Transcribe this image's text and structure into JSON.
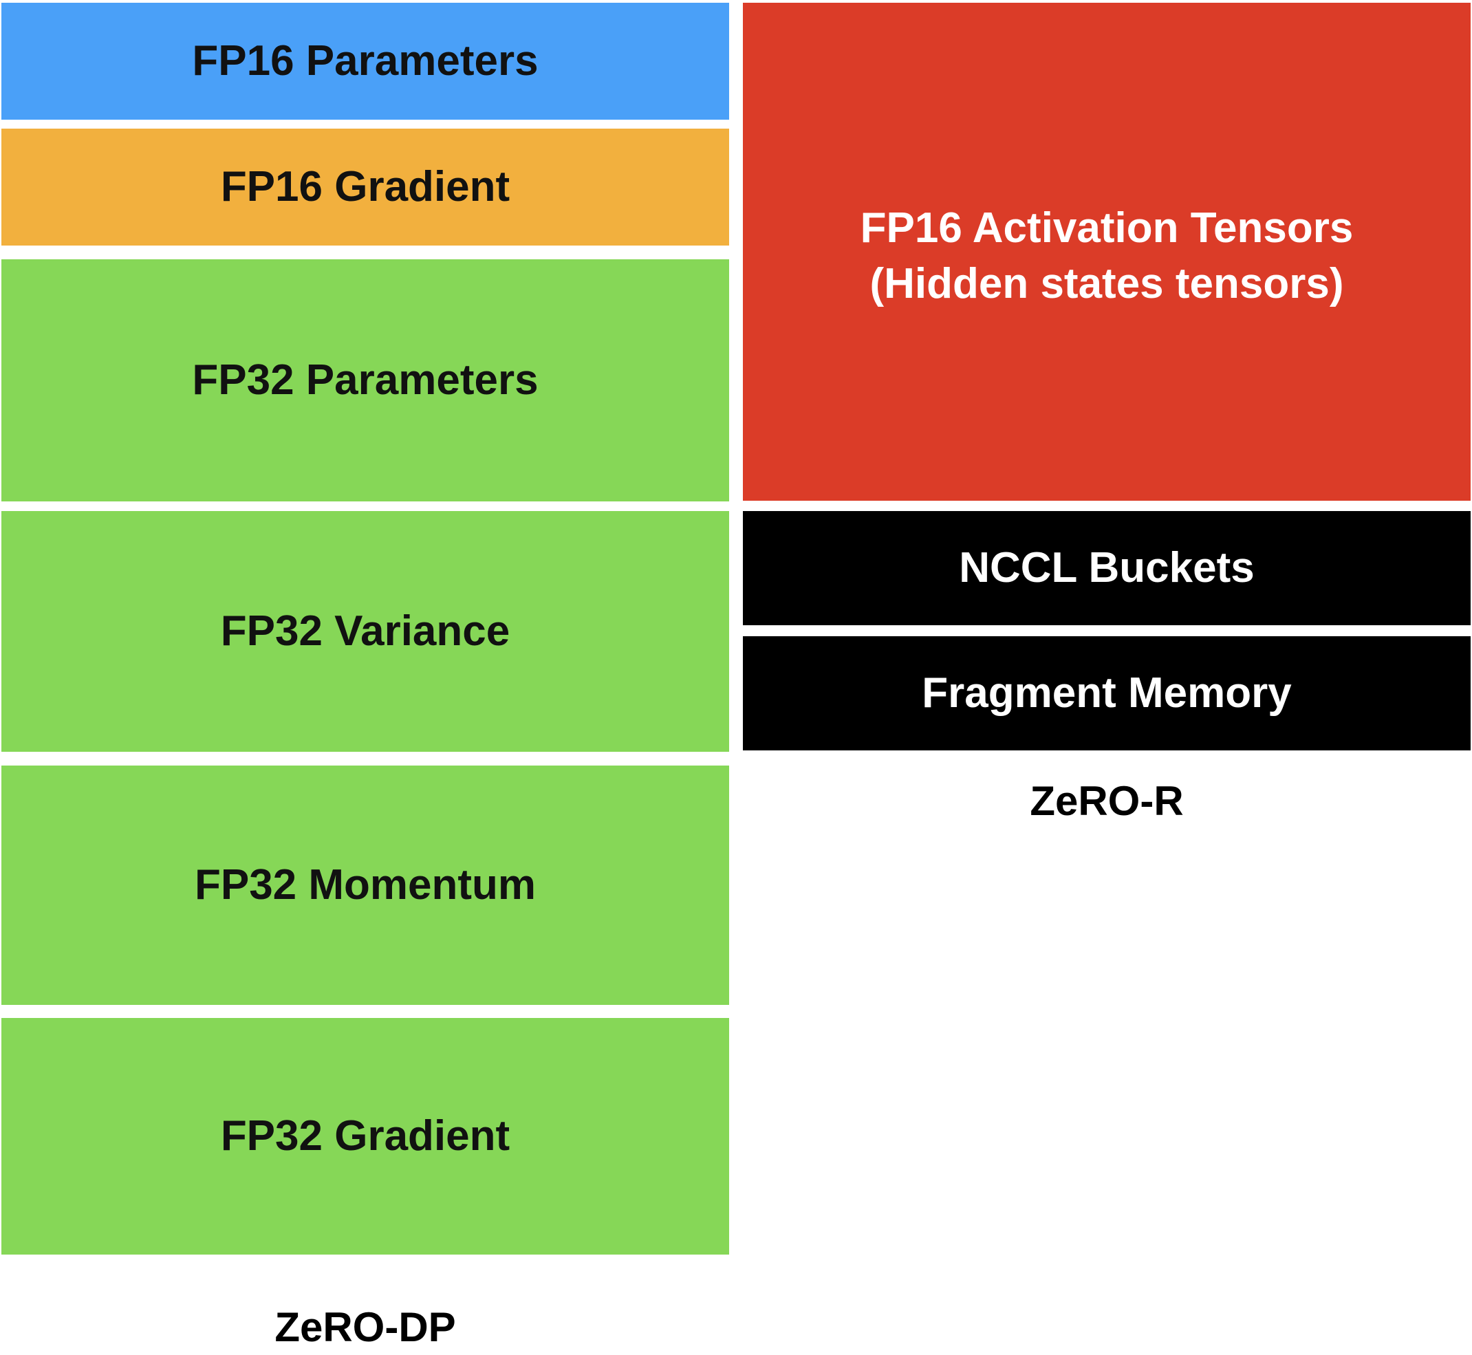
{
  "zero_dp": {
    "title": "ZeRO-DP",
    "blocks": [
      {
        "label": "FP16 Parameters",
        "color": "#4aa0f8"
      },
      {
        "label": "FP16 Gradient",
        "color": "#f2b03e"
      },
      {
        "label": "FP32 Parameters",
        "color": "#86d757"
      },
      {
        "label": "FP32 Variance",
        "color": "#86d757"
      },
      {
        "label": "FP32 Momentum",
        "color": "#86d757"
      },
      {
        "label": "FP32 Gradient",
        "color": "#86d757"
      }
    ]
  },
  "zero_r": {
    "title": "ZeRO-R",
    "blocks": [
      {
        "label_line1": "FP16 Activation Tensors",
        "label_line2": "(Hidden states tensors)",
        "color": "#db3c28"
      },
      {
        "label": "NCCL Buckets",
        "color": "#000000"
      },
      {
        "label": "Fragment Memory",
        "color": "#000000"
      }
    ]
  }
}
